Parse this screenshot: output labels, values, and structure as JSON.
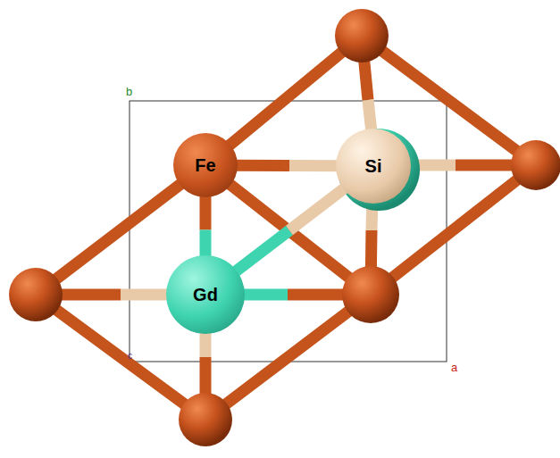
{
  "diagram": {
    "nodes": [
      {
        "text": [
          "Fe"
        ]
      },
      {
        "text": [
          "Si"
        ]
      },
      {
        "text": [
          "Gd"
        ]
      }
    ],
    "edges": [
      {
        "from": 0,
        "to": 1,
        "arrow": "none"
      },
      {
        "from": 0,
        "to": 2,
        "arrow": "none"
      },
      {
        "from": 2,
        "to": 1,
        "arrow": "none"
      }
    ],
    "labels": [
      "b",
      "a",
      "c"
    ]
  }
}
